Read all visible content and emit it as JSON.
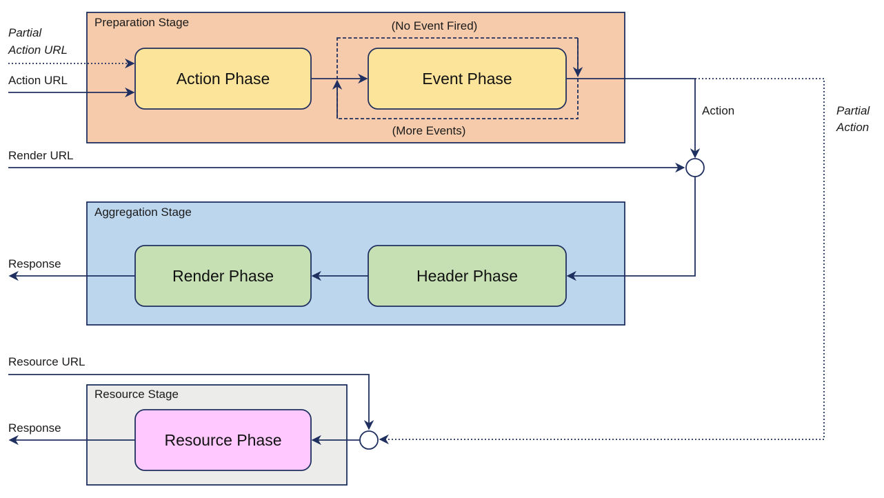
{
  "stages": {
    "preparation": {
      "label": "Preparation Stage",
      "color": "#f5cbab"
    },
    "aggregation": {
      "label": "Aggregation Stage",
      "color": "#bcd6ee"
    },
    "resource": {
      "label": "Resource Stage",
      "color": "#ecedeb"
    }
  },
  "phases": {
    "action": {
      "label": "Action Phase",
      "color": "#fde49b"
    },
    "event": {
      "label": "Event Phase",
      "color": "#fde49b"
    },
    "render": {
      "label": "Render Phase",
      "color": "#c6e0b4"
    },
    "header": {
      "label": "Header Phase",
      "color": "#c6e0b4"
    },
    "resource": {
      "label": "Resource Phase",
      "color": "#ffc8ff"
    }
  },
  "event_loop": {
    "no_event_label": "(No Event Fired)",
    "more_events_label": "(More Events)"
  },
  "inputs": {
    "partial_action_url_line1": "Partial",
    "partial_action_url_line2": "Action URL",
    "action_url": "Action URL",
    "render_url": "Render URL",
    "resource_url": "Resource URL"
  },
  "outputs": {
    "aggregation_response": "Response",
    "resource_response": "Response"
  },
  "flow_labels": {
    "action": "Action",
    "partial_action_line1": "Partial",
    "partial_action_line2": "Action"
  },
  "colors": {
    "line": "#1f2f5f",
    "box_border": "#1f2f5f"
  }
}
